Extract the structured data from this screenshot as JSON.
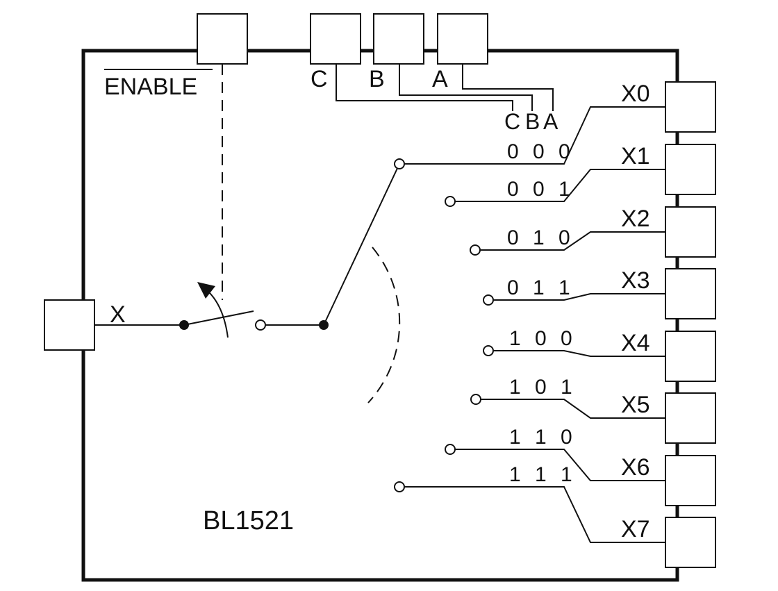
{
  "chip": {
    "name": "BL1521"
  },
  "enable": {
    "label": "ENABLE"
  },
  "input": {
    "label": "X"
  },
  "selects": {
    "top": [
      "C",
      "B",
      "A"
    ],
    "inner": [
      "C",
      "B",
      "A"
    ]
  },
  "outputs": [
    {
      "label": "X0",
      "code": "0 0 0"
    },
    {
      "label": "X1",
      "code": "0 0 1"
    },
    {
      "label": "X2",
      "code": "0 1 0"
    },
    {
      "label": "X3",
      "code": "0 1 1"
    },
    {
      "label": "X4",
      "code": "1 0 0"
    },
    {
      "label": "X5",
      "code": "1 0 1"
    },
    {
      "label": "X6",
      "code": "1 1 0"
    },
    {
      "label": "X7",
      "code": "1 1 1"
    }
  ],
  "colors": {
    "stroke": "#111111",
    "background": "#ffffff"
  }
}
